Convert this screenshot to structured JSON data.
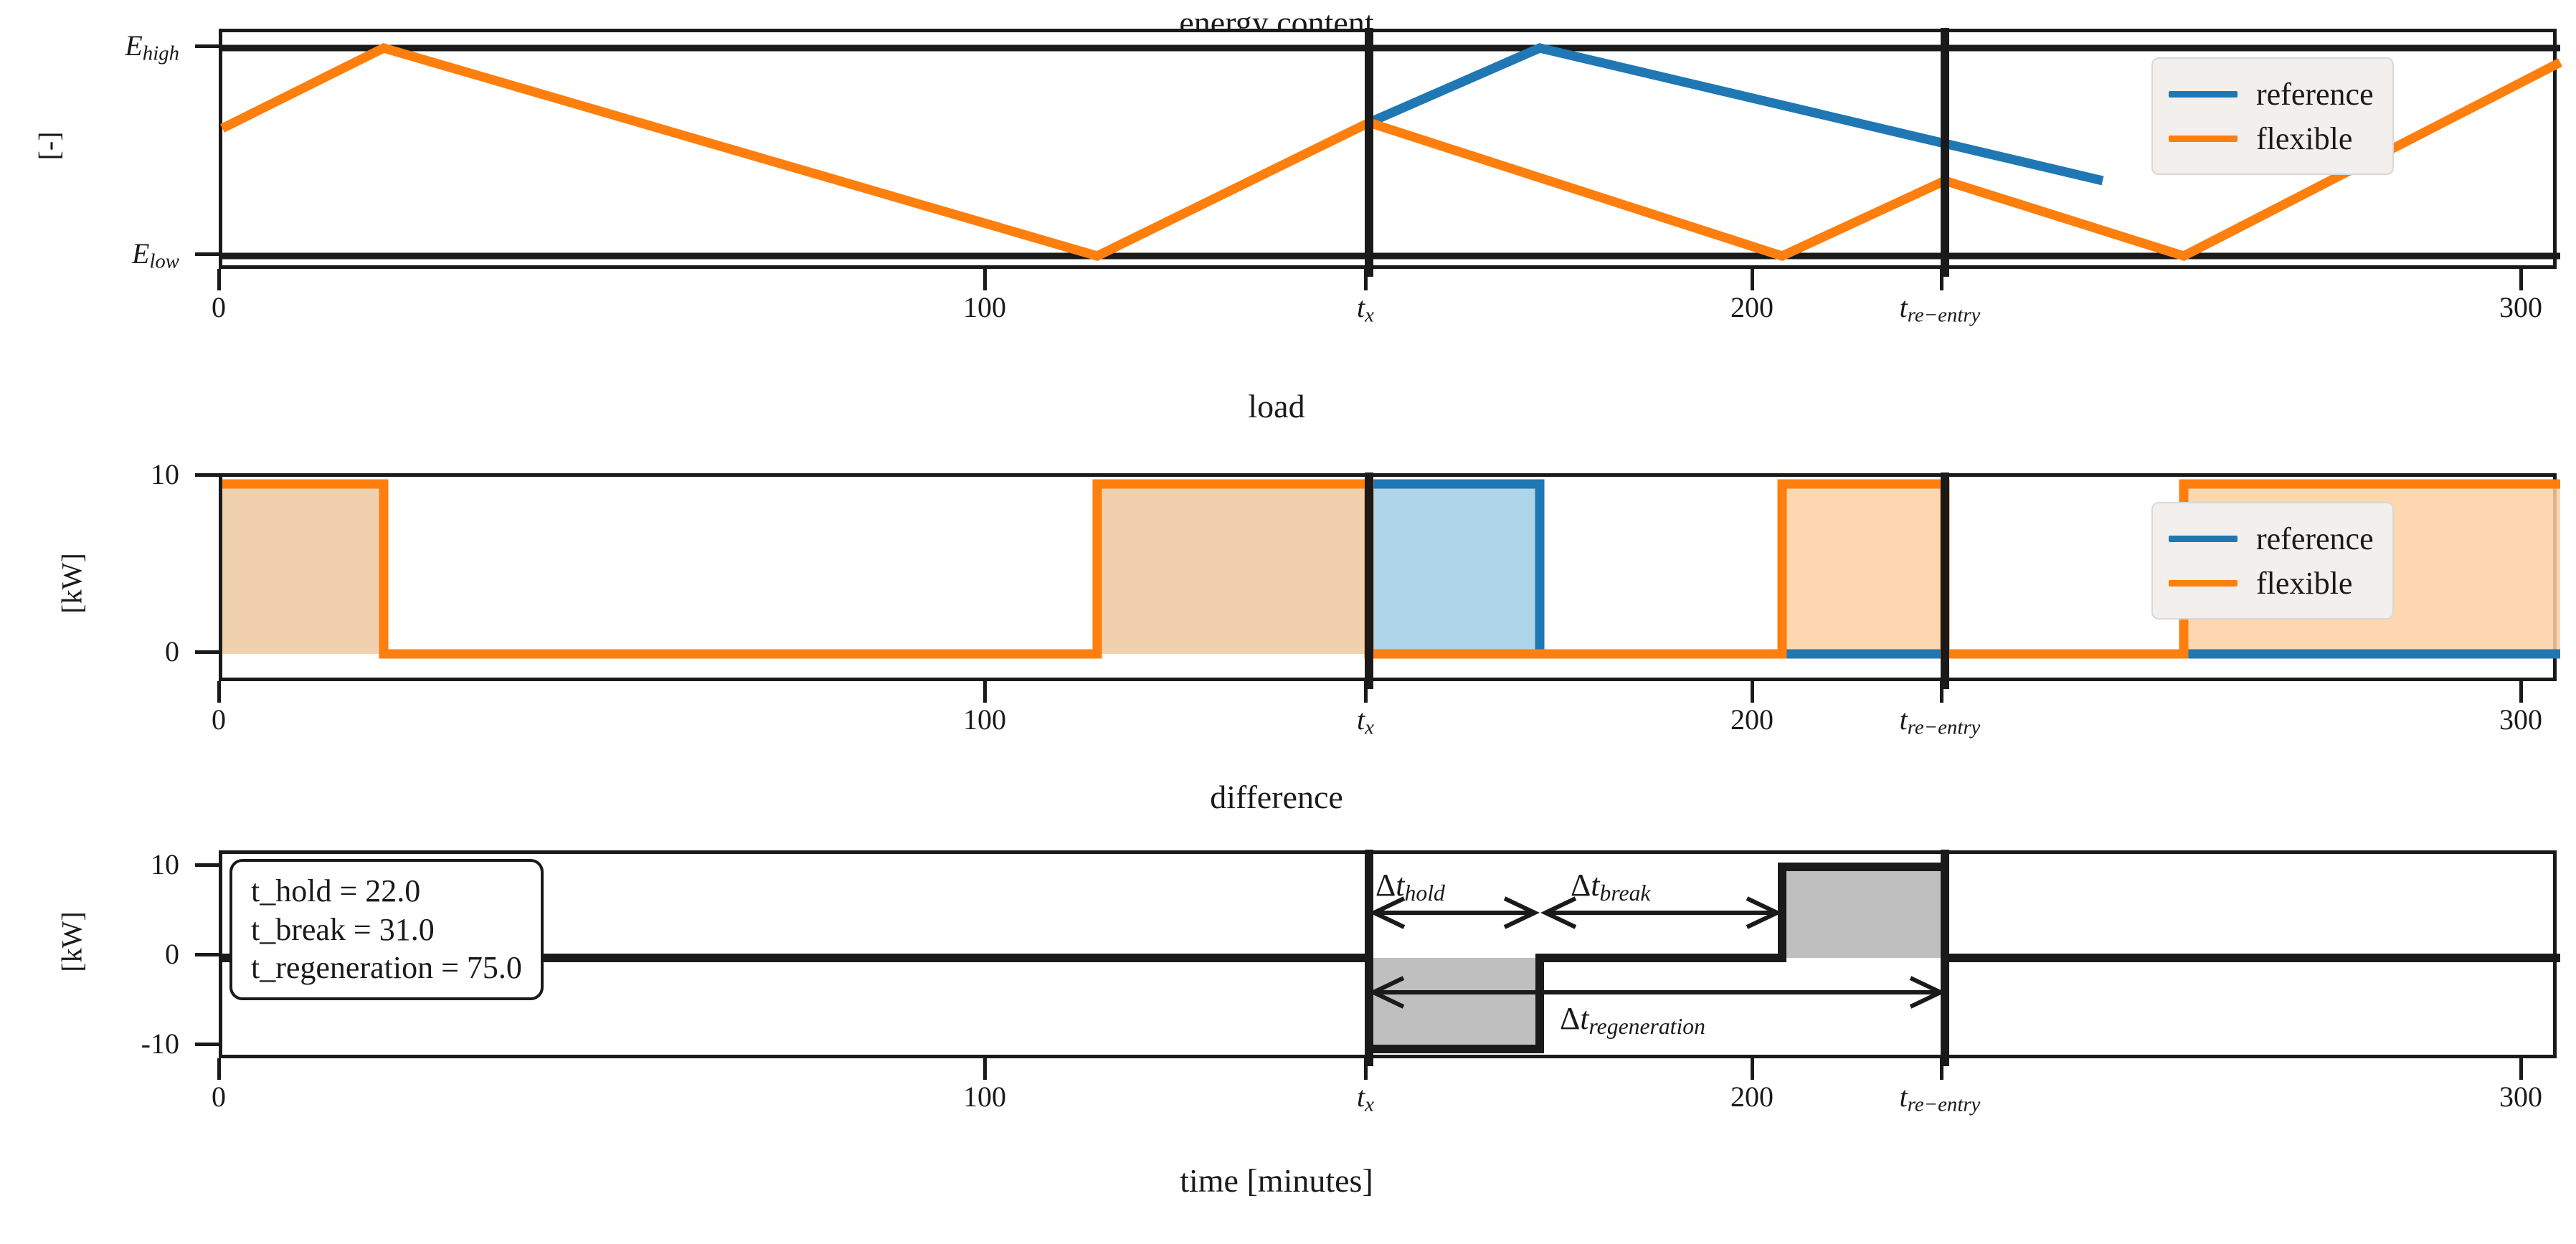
{
  "figure": {
    "xlabel": "time [minutes]",
    "x_ticks": [
      "0",
      "100",
      "200",
      "300"
    ],
    "x_special_ticks": [
      "t_x",
      "t_re-entry"
    ],
    "legend_labels": [
      "reference",
      "flexible"
    ],
    "colors": {
      "reference": "#1f77b4",
      "flexible": "#ff7f0e",
      "axis": "#1a1a1a",
      "overlap_fill": "#d8b49a",
      "reference_fill": "#aed5ea",
      "flexible_fill": "#fdd0a2",
      "difference_fill": "#bfbfbf"
    }
  },
  "panel1": {
    "title": "energy content",
    "ylabel": "[-]",
    "y_ticks": [
      "E_high",
      "E_low"
    ]
  },
  "panel2": {
    "title": "load",
    "ylabel": "[kW]",
    "y_ticks": [
      "10",
      "0"
    ]
  },
  "panel3": {
    "title": "difference",
    "ylabel": "[kW]",
    "y_ticks": [
      "10",
      "0",
      "-10"
    ],
    "infobox": {
      "line1": "t_hold = 22.0",
      "line2": "t_break = 31.0",
      "line3": "t_regeneration = 75.0"
    },
    "annotations": {
      "hold": "Δt_hold",
      "break": "Δt_break",
      "regeneration": "Δt_regeneration"
    }
  },
  "chart_data": [
    {
      "type": "line",
      "title": "energy content",
      "xlabel": "",
      "ylabel": "[-]",
      "xlim": [
        0,
        300
      ],
      "ylim_labels": [
        "E_low",
        "E_high"
      ],
      "ylim": [
        0,
        1
      ],
      "grid": false,
      "legend_position": "upper right",
      "vlines": [
        {
          "label": "t_x",
          "x": 149.5
        },
        {
          "label": "t_re-entry",
          "x": 224.5
        }
      ],
      "hlines": [
        {
          "label": "E_high",
          "y": 1.0
        },
        {
          "label": "E_low",
          "y": 0.0
        }
      ],
      "series": [
        {
          "name": "reference",
          "color": "#1f77b4",
          "x": [
            149.5,
            171.7,
            245.0
          ],
          "y": [
            0.64,
            1.0,
            0.37
          ]
        },
        {
          "name": "flexible",
          "color": "#ff7f0e",
          "x": [
            0,
            21.0,
            114.0,
            149.5,
            203.3,
            224.5,
            255.6,
            300
          ],
          "y": [
            0.62,
            1.0,
            0.0,
            0.64,
            0.0,
            0.37,
            0.0,
            0.93
          ]
        }
      ]
    },
    {
      "type": "area",
      "title": "load",
      "xlabel": "",
      "ylabel": "[kW]",
      "xlim": [
        0,
        300
      ],
      "ylim": [
        0,
        10
      ],
      "y_ticks": [
        0,
        10
      ],
      "grid": false,
      "legend_position": "lower right",
      "vlines": [
        {
          "label": "t_x",
          "x": 149.5
        },
        {
          "label": "t_re-entry",
          "x": 224.5
        }
      ],
      "series": [
        {
          "name": "reference",
          "color": "#1f77b4",
          "pulses": [
            [
              0,
              21.0
            ],
            [
              114.0,
              171.7
            ]
          ],
          "value_on": 10,
          "value_off": 0
        },
        {
          "name": "flexible",
          "color": "#ff7f0e",
          "pulses": [
            [
              0,
              21.0
            ],
            [
              114.0,
              149.5
            ],
            [
              203.3,
              224.5
            ],
            [
              255.6,
              300
            ]
          ],
          "value_on": 10,
          "value_off": 0
        }
      ]
    },
    {
      "type": "area",
      "title": "difference",
      "xlabel": "time [minutes]",
      "ylabel": "[kW]",
      "xlim": [
        0,
        300
      ],
      "ylim": [
        -10,
        10
      ],
      "y_ticks": [
        -10,
        0,
        10
      ],
      "grid": false,
      "steps": [
        {
          "x_start": 0,
          "x_end": 149.5,
          "value": 0
        },
        {
          "x_start": 149.5,
          "x_end": 171.7,
          "value": -10
        },
        {
          "x_start": 171.7,
          "x_end": 203.3,
          "value": 0
        },
        {
          "x_start": 203.3,
          "x_end": 224.5,
          "value": 10
        },
        {
          "x_start": 224.5,
          "x_end": 300,
          "value": 0
        }
      ],
      "measures": [
        {
          "name": "Δt_hold",
          "x_start": 149.5,
          "x_end": 171.7,
          "value": 22.0
        },
        {
          "name": "Δt_break",
          "x_start": 171.7,
          "x_end": 203.3,
          "value": 31.0
        },
        {
          "name": "Δt_regeneration",
          "x_start": 149.5,
          "x_end": 224.5,
          "value": 75.0
        }
      ]
    }
  ]
}
